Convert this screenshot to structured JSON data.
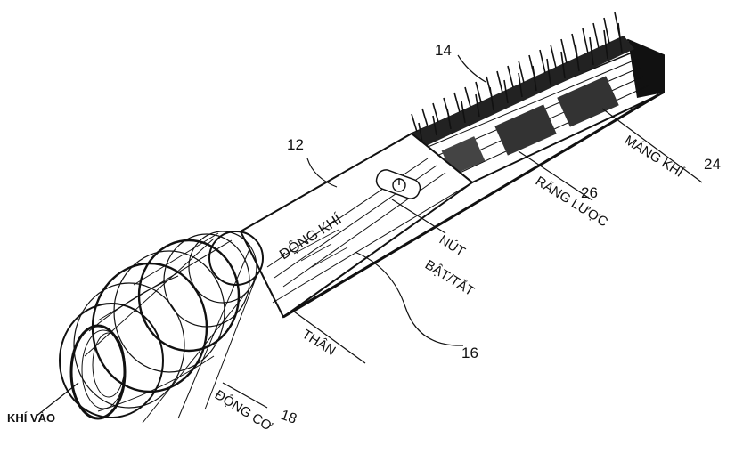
{
  "figure": {
    "labels": {
      "comb_ref": "14",
      "body_ref": "12",
      "channel_ref": "16",
      "motor_ref": "18",
      "teeth_ref": "26",
      "groove_ref": "24",
      "groove": "MÁNG KHÍ",
      "teeth": "RĂNG LƯỢC",
      "button_top": "NÚT",
      "button_bottom": "BẬT/TẮT",
      "airflow": "ĐỘNG KHÍ",
      "body": "THÂN",
      "motor": "ĐỘNG CƠ",
      "air_in": "KHÍ VÀO"
    },
    "colors": {
      "ink": "#111111",
      "background": "#ffffff"
    }
  }
}
